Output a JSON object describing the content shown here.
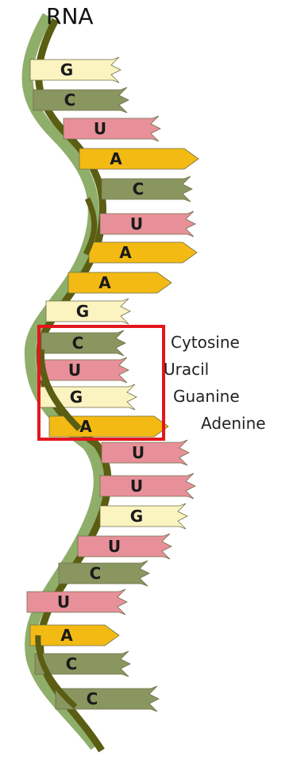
{
  "title": "RNA",
  "sequence": [
    "G",
    "C",
    "U",
    "A",
    "C",
    "U",
    "A",
    "A",
    "G",
    "C",
    "U",
    "G",
    "A",
    "U",
    "U",
    "G",
    "U",
    "C",
    "U",
    "A",
    "C",
    "C"
  ],
  "legend": [
    {
      "base": "C",
      "name": "Cytosine"
    },
    {
      "base": "U",
      "name": "Uracil"
    },
    {
      "base": "G",
      "name": "Guanine"
    },
    {
      "base": "A",
      "name": "Adenine"
    }
  ],
  "colors": {
    "G": "#fbf3c0",
    "C": "#8a9660",
    "U": "#e8909a",
    "A": "#f3ba14",
    "backbone_dark": "#5a5d12",
    "backbone_light": "#8fae6a",
    "highlight": "#e3161c"
  }
}
